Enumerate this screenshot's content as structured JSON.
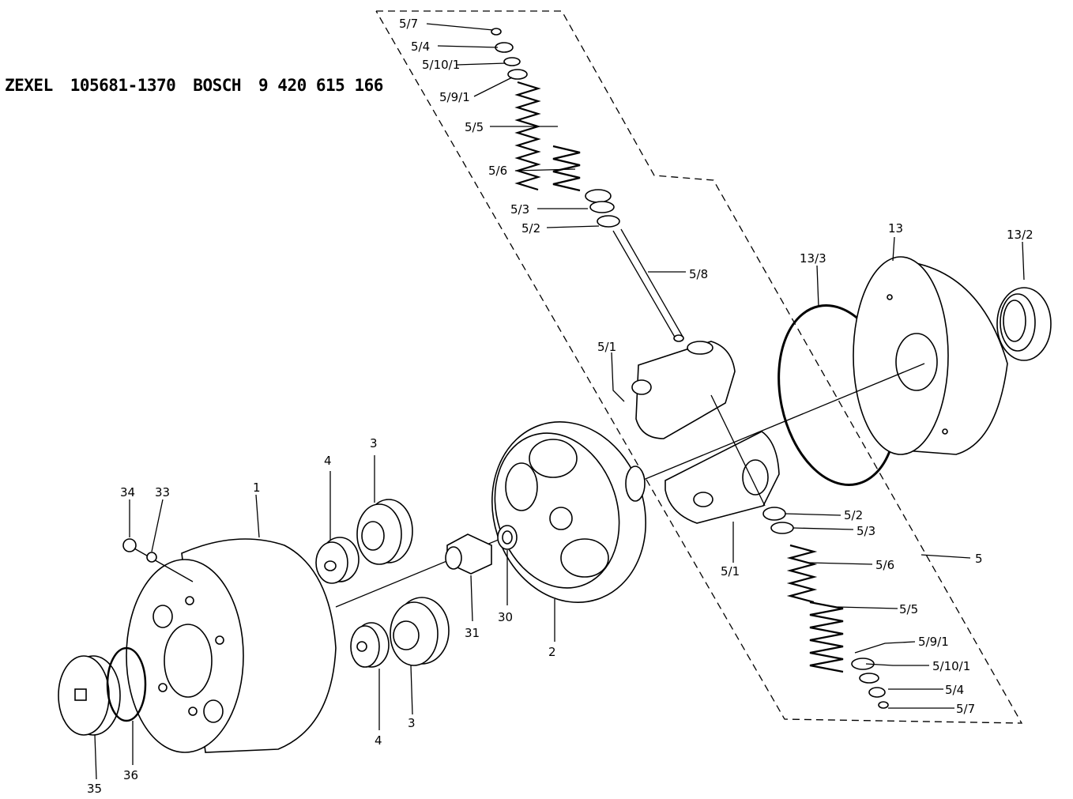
{
  "header": {
    "maker1": "ZEXEL",
    "part1": "105681-1370",
    "maker2": "BOSCH",
    "part2": "9 420 615 166"
  },
  "labels": {
    "top_5_7": "5/7",
    "top_5_4": "5/4",
    "top_5_10_1": "5/10/1",
    "top_5_9_1": "5/9/1",
    "top_5_5": "5/5",
    "top_5_6": "5/6",
    "top_5_3": "5/3",
    "top_5_2": "5/2",
    "l_5_8": "5/8",
    "l_5_1_top": "5/1",
    "l_13_3": "13/3",
    "l_13": "13",
    "l_13_2": "13/2",
    "bot_5_2": "5/2",
    "bot_5_3": "5/3",
    "bot_5_6": "5/6",
    "bot_5_5": "5/5",
    "bot_5_9_1": "5/9/1",
    "bot_5_10_1": "5/10/1",
    "bot_5_4": "5/4",
    "bot_5_7": "5/7",
    "l_5": "5",
    "l_5_1_bot": "5/1",
    "l_2": "2",
    "l_30": "30",
    "l_31": "31",
    "l_3_top": "3",
    "l_4_top": "4",
    "l_3_bot": "3",
    "l_4_bot": "4",
    "l_1": "1",
    "l_34": "34",
    "l_33": "33",
    "l_35": "35",
    "l_36": "36"
  }
}
